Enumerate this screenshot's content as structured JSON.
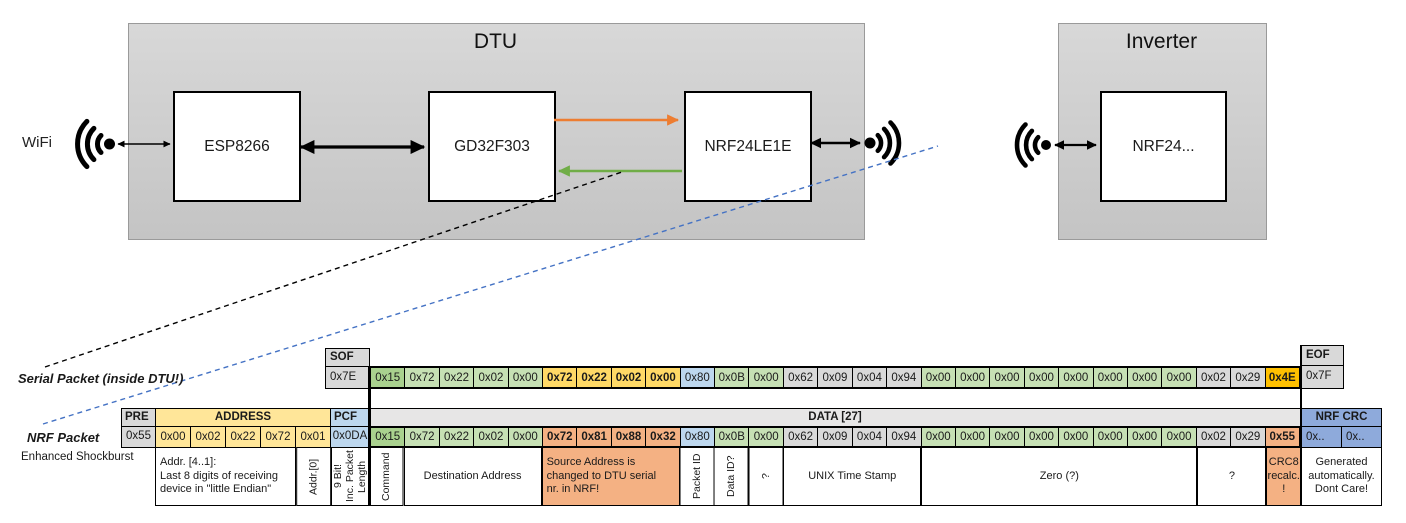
{
  "diagram": {
    "wifi_label": "WiFi",
    "dtu_title": "DTU",
    "inverter_title": "Inverter",
    "esp_chip": "ESP8266",
    "mcu_chip": "GD32F303",
    "nrf_chip": "NRF24LE1E",
    "inverter_chip": "NRF24...",
    "icons": [
      "wifi-signal-icon-left",
      "wifi-signal-icon-dtu",
      "wifi-signal-icon-inverter"
    ]
  },
  "colors": {
    "uart_tx_arrow": "#ED7D31",
    "uart_rx_arrow": "#70AD47",
    "radio_link_dashed": "#4472C4",
    "serial_link_dashed": "#000000",
    "cell_green": "#C6E0B4",
    "cell_green_dark": "#A9D18E",
    "cell_yellow_bold": "#FFD966",
    "cell_address_yellow": "#FFE699",
    "cell_blue_light": "#BDD7EE",
    "cell_gray": "#D9D9D9",
    "cell_salmon": "#F4B183",
    "cell_gold": "#FFC000",
    "cell_crc_blue": "#8EAADB"
  },
  "serial_packet": {
    "label": "Serial Packet (inside DTU!)",
    "sof_header": "SOF",
    "sof_value": "0x7E",
    "eof_header": "EOF",
    "eof_value": "0x7F",
    "bytes": [
      {
        "v": "0x15",
        "c": "g2"
      },
      {
        "v": "0x72",
        "c": "g"
      },
      {
        "v": "0x22",
        "c": "g"
      },
      {
        "v": "0x02",
        "c": "g"
      },
      {
        "v": "0x00",
        "c": "g"
      },
      {
        "v": "0x72",
        "c": "y"
      },
      {
        "v": "0x22",
        "c": "y"
      },
      {
        "v": "0x02",
        "c": "y"
      },
      {
        "v": "0x00",
        "c": "y"
      },
      {
        "v": "0x80",
        "c": "b"
      },
      {
        "v": "0x0B",
        "c": "g"
      },
      {
        "v": "0x00",
        "c": "g"
      },
      {
        "v": "0x62",
        "c": "gy"
      },
      {
        "v": "0x09",
        "c": "gy"
      },
      {
        "v": "0x04",
        "c": "gy"
      },
      {
        "v": "0x94",
        "c": "gy"
      },
      {
        "v": "0x00",
        "c": "g"
      },
      {
        "v": "0x00",
        "c": "g"
      },
      {
        "v": "0x00",
        "c": "g"
      },
      {
        "v": "0x00",
        "c": "g"
      },
      {
        "v": "0x00",
        "c": "g"
      },
      {
        "v": "0x00",
        "c": "g"
      },
      {
        "v": "0x00",
        "c": "g"
      },
      {
        "v": "0x00",
        "c": "g"
      },
      {
        "v": "0x02",
        "c": "gy"
      },
      {
        "v": "0x29",
        "c": "gy"
      },
      {
        "v": "0x4E",
        "c": "gold"
      }
    ]
  },
  "nrf_packet": {
    "label": "NRF Packet",
    "sublabel": "Enhanced Shockburst",
    "pre_header": "PRE",
    "pre_value": "0x55",
    "address_header": "ADDRESS",
    "address_bytes": [
      "0x00",
      "0x02",
      "0x22",
      "0x72",
      "0x01"
    ],
    "pcf_header": "PCF",
    "pcf_value": "0x0DA",
    "data_header": "DATA [27]",
    "crc_header": "NRF CRC",
    "crc_values": [
      "0x..",
      "0x.."
    ],
    "bytes": [
      {
        "v": "0x15",
        "c": "g2"
      },
      {
        "v": "0x72",
        "c": "g"
      },
      {
        "v": "0x22",
        "c": "g"
      },
      {
        "v": "0x02",
        "c": "g"
      },
      {
        "v": "0x00",
        "c": "g"
      },
      {
        "v": "0x72",
        "c": "s"
      },
      {
        "v": "0x81",
        "c": "s"
      },
      {
        "v": "0x88",
        "c": "s"
      },
      {
        "v": "0x32",
        "c": "s"
      },
      {
        "v": "0x80",
        "c": "b"
      },
      {
        "v": "0x0B",
        "c": "g"
      },
      {
        "v": "0x00",
        "c": "g"
      },
      {
        "v": "0x62",
        "c": "gy"
      },
      {
        "v": "0x09",
        "c": "gy"
      },
      {
        "v": "0x04",
        "c": "gy"
      },
      {
        "v": "0x94",
        "c": "gy"
      },
      {
        "v": "0x00",
        "c": "g"
      },
      {
        "v": "0x00",
        "c": "g"
      },
      {
        "v": "0x00",
        "c": "g"
      },
      {
        "v": "0x00",
        "c": "g"
      },
      {
        "v": "0x00",
        "c": "g"
      },
      {
        "v": "0x00",
        "c": "g"
      },
      {
        "v": "0x00",
        "c": "g"
      },
      {
        "v": "0x00",
        "c": "g"
      },
      {
        "v": "0x02",
        "c": "gy"
      },
      {
        "v": "0x29",
        "c": "gy"
      },
      {
        "v": "0x55",
        "c": "s"
      }
    ],
    "annotations": [
      {
        "text": "Addr. [4..1]:\nLast 8 digits of receiving\ndevice in \"little Endian\"",
        "span": 4,
        "align": "left"
      },
      {
        "text": "Addr.[0]",
        "span": 1,
        "vertical": true
      },
      {
        "text": "9 Bit!\nInc. Packet\nLength",
        "span": 1,
        "vertical": true
      },
      {
        "text": "Command",
        "span": 1,
        "vertical": true
      },
      {
        "text": "Destination Address",
        "span": 4,
        "align": "center"
      },
      {
        "text": "Source Address is\nchanged to DTU serial\nnr. in NRF!",
        "span": 4,
        "align": "left",
        "bg": "salmon"
      },
      {
        "text": "Packet ID",
        "span": 1,
        "vertical": true
      },
      {
        "text": "Data ID?",
        "span": 1,
        "vertical": true
      },
      {
        "text": "?",
        "span": 1,
        "vertical": true
      },
      {
        "text": "UNIX Time Stamp",
        "span": 4,
        "align": "center"
      },
      {
        "text": "Zero (?)",
        "span": 8,
        "align": "center"
      },
      {
        "text": "?",
        "span": 2,
        "align": "center"
      },
      {
        "text": "CRC8\nrecalc.\n!",
        "span": 1,
        "align": "center",
        "bg": "salmon"
      },
      {
        "text": "Generated\nautomatically.\nDont Care!",
        "span": 2,
        "align": "center"
      }
    ]
  }
}
